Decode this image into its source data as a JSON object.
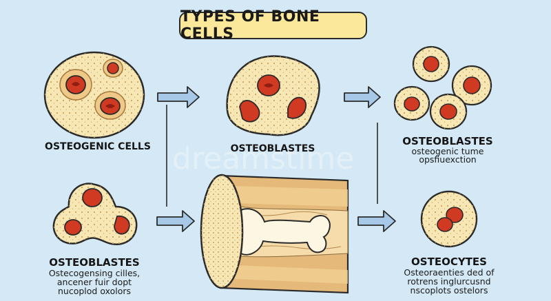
{
  "title": "TYPES OF BONE CELLS",
  "watermark": "dreamstime",
  "colors": {
    "background": "#d4e9f5",
    "title_fill": "#fbe89a",
    "cell_fill": "#f7e7b5",
    "nucleus_fill": "#d13a22",
    "arrow_fill": "#a7c8e6",
    "bone_outer": "#e4b97a",
    "marrow": "#fdf6e3"
  },
  "labels": {
    "osteogenic": "OSTEOGENIC CELLS",
    "osteoblasts_top": "OSTEOBLASTES",
    "osteoblasts_right": "OSTEOBLASTES",
    "osteoblasts_right_sub1": "osteogenic tume",
    "osteoblasts_right_sub2": "opsfiuexction",
    "osteoblasts_bottom": "OSTEOBLASTES",
    "osteoblasts_bottom_sub1": "Ostecogensing cilles,",
    "osteoblasts_bottom_sub2": "ancener fuir dopt",
    "osteoblasts_bottom_sub3": "nucoplod oxolors",
    "osteocytes": "OSTEOCYTES",
    "osteocytes_sub1": "Osteoraenties ded of",
    "osteocytes_sub2": "rotrens inglurcusnd",
    "osteocytes_sub3": "nscoplots ostelors"
  }
}
